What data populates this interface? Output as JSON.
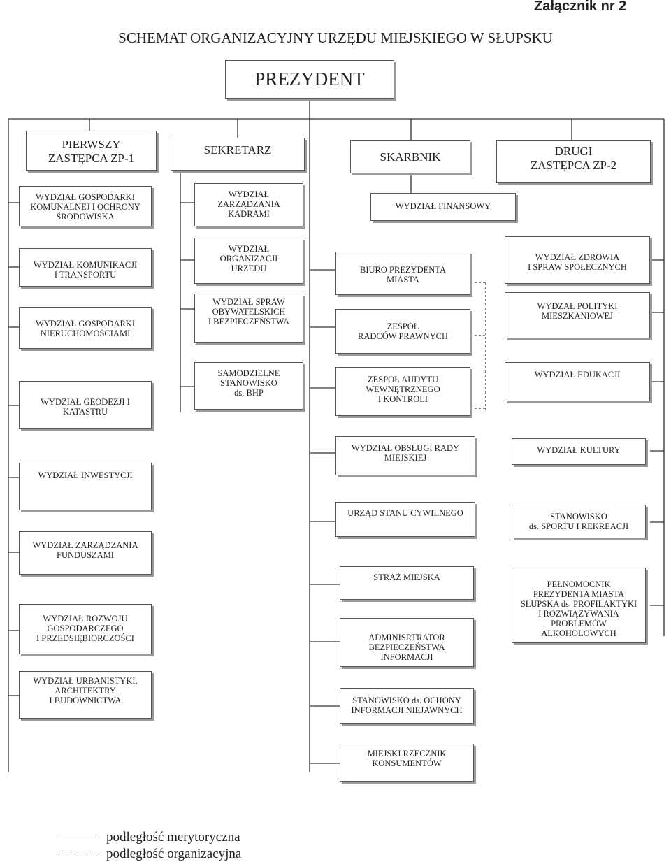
{
  "annex": "Załącznik nr  2",
  "title": "SCHEMAT ORGANIZACYJNY URZĘDU MIEJSKIEGO W SŁUPSKU",
  "president": "PREZYDENT",
  "leaders": {
    "zp1": [
      "PIERWSZY",
      "ZASTĘPCA  ZP-1"
    ],
    "sekretarz": [
      "SEKRETARZ"
    ],
    "skarbnik": [
      "SKARBNIK"
    ],
    "zp2": [
      "DRUGI",
      "ZASTĘPCA   ZP-2"
    ]
  },
  "units": {
    "wgk": [
      "WYDZIAŁ  GOSPODARKI",
      "KOMUNALNEJ  I OCHRONY",
      "ŚRODOWISKA"
    ],
    "wkt": [
      "WYDZIAŁ KOMUNIKACJI",
      "I TRANSPORTU"
    ],
    "wgn": [
      "WYDZIAŁ GOSPODARKI",
      "NIERUCHOMOŚCIAMI"
    ],
    "wgeo": [
      "WYDZIAŁ GEODEZJI I",
      "KATASTRU"
    ],
    "winw": [
      "WYDZIAŁ   INWESTYCJI"
    ],
    "wzf": [
      "WYDZIAŁ ZARZĄDZANIA",
      "FUNDUSZAMI"
    ],
    "wrg": [
      "WYDZIAŁ ROZWOJU",
      "GOSPODARCZEGO",
      "I PRZEDSIĘBIORCZOŚCI"
    ],
    "wub": [
      "WYDZIAŁ URBANISTYKI,",
      "ARCHITEKTRY",
      "I BUDOWNICTWA"
    ],
    "wzk": [
      "WYDZIAŁ",
      "ZARZĄDZANIA",
      "KADRAMI"
    ],
    "wou": [
      "WYDZIAŁ",
      "ORGANIZACJI",
      "URZĘDU"
    ],
    "wso": [
      "WYDZIAŁ SPRAW",
      "OBYWATELSKICH",
      "I BEZPIECZEŃSTWA"
    ],
    "bhp": [
      "SAMODZIELNE",
      "STANOWISKO",
      "ds.  BHP"
    ],
    "wf": [
      "WYDZIAŁ FINANSOWY"
    ],
    "bpm": [
      "BIURO PREZYDENTA",
      "MIASTA"
    ],
    "zrp": [
      "ZESPÓŁ",
      "RADCÓW PRAWNYCH"
    ],
    "zak": [
      "ZESPÓŁ AUDYTU",
      "WEWNĘTRZNEGO",
      "I KONTROLI"
    ],
    "wor": [
      "WYDZIAŁ OBSŁUGI  RADY",
      "MIEJSKIEJ"
    ],
    "usc": [
      "URZĄD STANU CYWILNEGO"
    ],
    "sm": [
      "STRAŻ MIEJSKA"
    ],
    "abi": [
      "ADMINISRTRATOR",
      "BEZPIECZEŃSTWA",
      "INFORMACJI"
    ],
    "soin": [
      "STANOWISKO ds. OCHONY",
      "INFORMACJI NIEJAWNYCH"
    ],
    "mrk": [
      "MIEJSKI   RZECZNIK",
      "KONSUMENTÓW"
    ],
    "wzs": [
      "WYDZIAŁ ZDROWIA",
      "I SPRAW SPOŁECZNYCH"
    ],
    "wpm": [
      "WYDZAŁ POLITYKI",
      "MIESZKANIOWEJ"
    ],
    "wed": [
      "WYDZIAŁ EDUKACJI"
    ],
    "wkul": [
      "WYDZIAŁ KULTURY"
    ],
    "ssr": [
      "STANOWISKO",
      "ds. SPORTU I REKREACJI"
    ],
    "ppa": [
      "PEŁNOMOCNIK",
      "PREZYDENTA MIASTA",
      "SŁUPSKA ds. PROFILAKTYKI",
      "I ROZWIĄZYWANIA",
      "PROBLEMÓW",
      "ALKOHOLOWYCH"
    ]
  },
  "legend": {
    "solid": "podległość merytoryczna",
    "dashed": "podległość organizacyjna"
  }
}
